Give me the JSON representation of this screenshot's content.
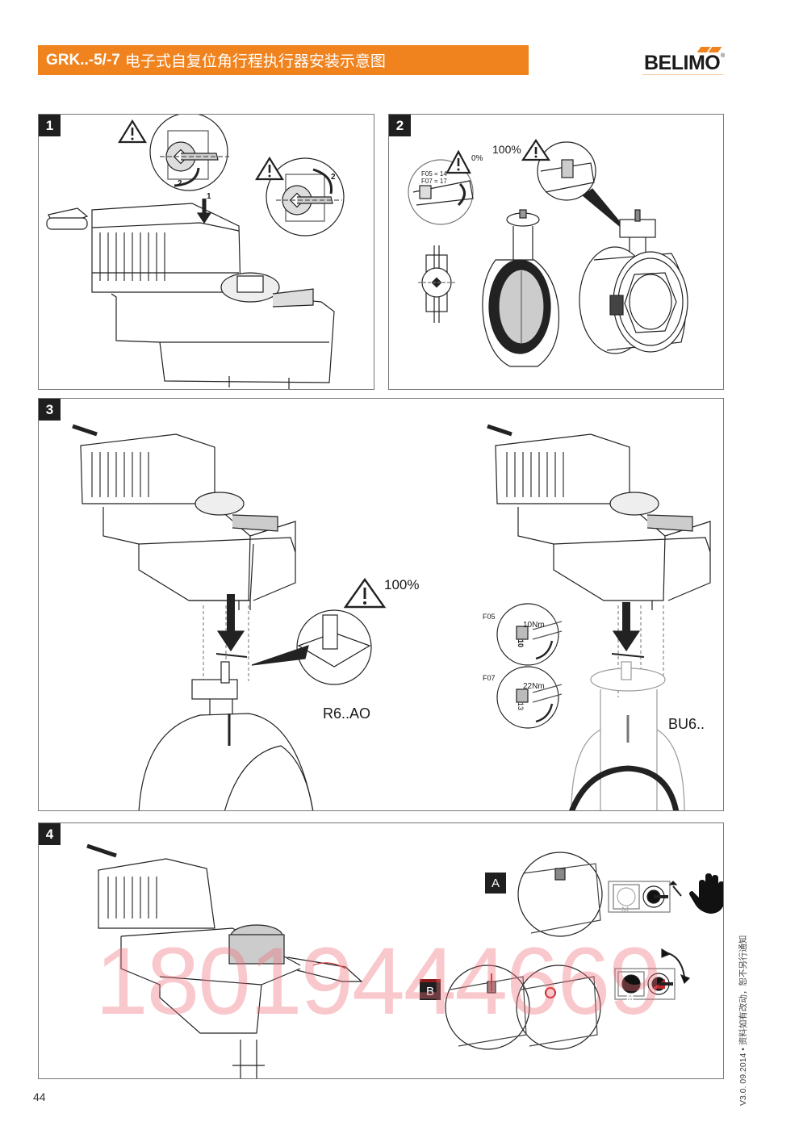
{
  "header": {
    "title_model": "GRK..-5/-7",
    "title_text": "电子式自复位角行程执行器安装示意图",
    "brand": "BELIMO",
    "brand_mark": "®",
    "accent_color": "#f0831e"
  },
  "steps": [
    {
      "number": "1",
      "icons": [
        "warning-icon",
        "warning-icon"
      ],
      "callouts": [
        "1",
        "2",
        "2"
      ]
    },
    {
      "number": "2",
      "labels": {
        "closed_pct": "0%",
        "open_pct": "100%",
        "f05": "F05 = 14",
        "f07": "F07 = 17"
      }
    },
    {
      "number": "3",
      "labels": {
        "open_pct": "100%",
        "valve_left": "R6..AO",
        "valve_right": "BU6..",
        "f05": "F05",
        "f05_torque": "10Nm",
        "f05_size": "10",
        "f07": "F07",
        "f07_torque": "22Nm",
        "f07_size": "13"
      }
    },
    {
      "number": "4",
      "labels": {
        "option_a": "A",
        "option_b": "B",
        "motor_symbol": "M"
      }
    }
  ],
  "watermark": "18019444669",
  "footer": {
    "page_number": "44",
    "version_note": "V3.0. 09.2014 • 资料如有改动，恕不另行通知"
  }
}
